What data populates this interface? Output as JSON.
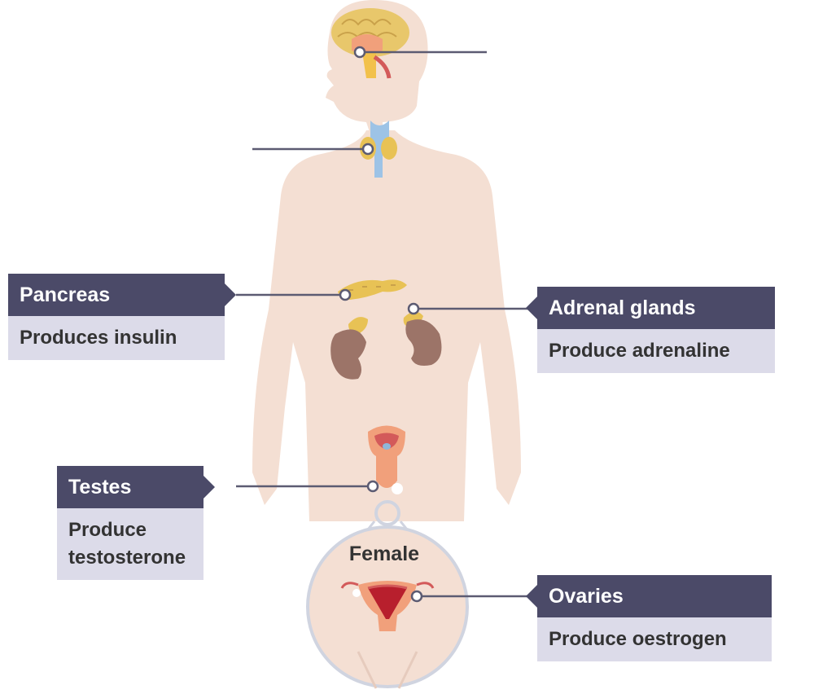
{
  "labels": {
    "pancreas": {
      "title": "Pancreas",
      "description": "Produces insulin"
    },
    "adrenal": {
      "title": "Adrenal glands",
      "description": "Produce adrenaline"
    },
    "testes": {
      "title": "Testes",
      "description": "Produce testosterone"
    },
    "ovaries": {
      "title": "Ovaries",
      "description": "Produce oestrogen"
    }
  },
  "inset": {
    "title": "Female"
  },
  "colors": {
    "body": "#f4dfd3",
    "label_header": "#4b4a68",
    "label_body": "#dcdbe9",
    "gland": "#e8c255",
    "kidney": "#9c7468",
    "thyroid_cartilage": "#9dc3e6",
    "pointer_line": "#5c5b72"
  }
}
